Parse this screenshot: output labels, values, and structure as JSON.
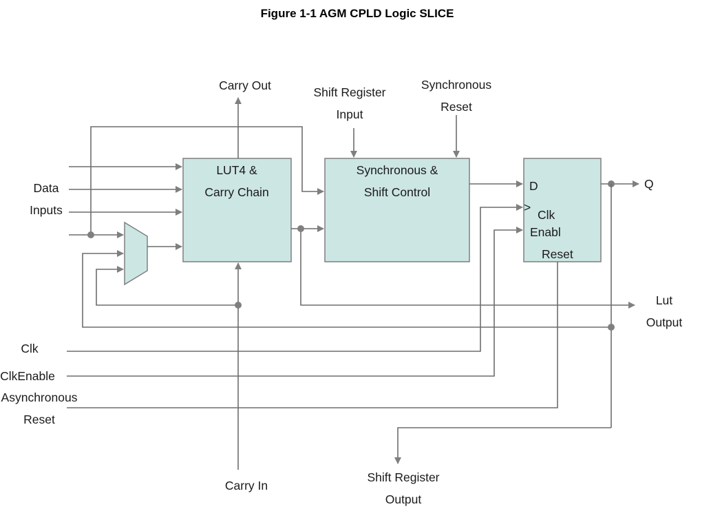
{
  "title": "Figure 1-1 AGM CPLD Logic SLICE",
  "blocks": {
    "lut": [
      "LUT4 &",
      "Carry Chain"
    ],
    "sync": [
      "Synchronous &",
      "Shift Control"
    ],
    "ff": {
      "d": "D",
      "clk_mark": ">",
      "clk": "Clk",
      "enable": "Enabl",
      "reset": "Reset"
    }
  },
  "signals": {
    "carry_out": "Carry Out",
    "carry_in": "Carry In",
    "shift_register_input": [
      "Shift Register",
      "Input"
    ],
    "synchronous_reset": [
      "Synchronous",
      "Reset"
    ],
    "data_inputs": [
      "Data",
      "Inputs"
    ],
    "q": "Q",
    "lut_output": [
      "Lut",
      "Output"
    ],
    "clk": "Clk",
    "clk_enable": "ClkEnable",
    "asynchronous_reset": [
      "Asynchronous",
      "Reset"
    ],
    "shift_register_output": [
      "Shift Register",
      "Output"
    ]
  }
}
